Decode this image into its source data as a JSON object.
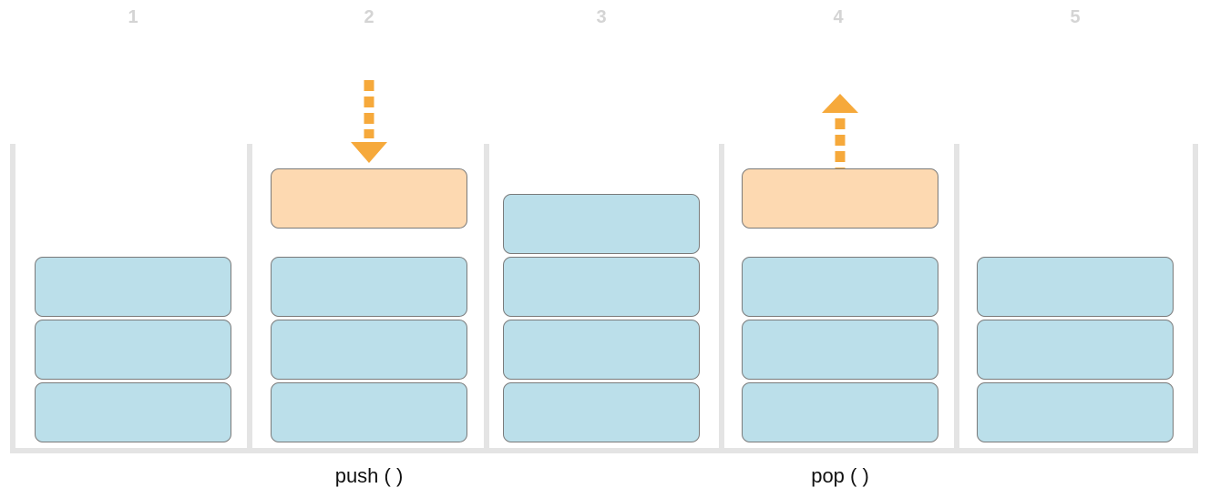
{
  "steps": [
    {
      "number": "1",
      "stack_size": 3,
      "highlighted": false,
      "operation": "",
      "arrow": "none"
    },
    {
      "number": "2",
      "stack_size": 4,
      "highlighted": true,
      "operation": "push ( )",
      "arrow": "down"
    },
    {
      "number": "3",
      "stack_size": 4,
      "highlighted": false,
      "operation": "",
      "arrow": "none"
    },
    {
      "number": "4",
      "stack_size": 4,
      "highlighted": true,
      "operation": "pop ( )",
      "arrow": "up"
    },
    {
      "number": "5",
      "stack_size": 3,
      "highlighted": false,
      "operation": "",
      "arrow": "none"
    }
  ],
  "colors": {
    "block": "#bbdfea",
    "highlight_block": "#fdd9b1",
    "arrow": "#f6a93b",
    "divider": "#e4e4e4",
    "step_number": "#d4d4d4"
  }
}
